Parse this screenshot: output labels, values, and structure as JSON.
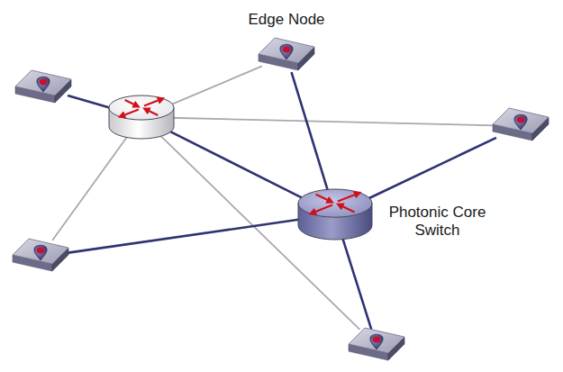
{
  "diagram": {
    "nodes": [
      {
        "text": [
          "Edge Node"
        ]
      },
      {
        "text": []
      },
      {
        "text": []
      },
      {
        "text": []
      },
      {
        "text": [
          "Photonic Core Switch"
        ]
      },
      {
        "text": []
      },
      {
        "text": []
      }
    ],
    "edges": [
      {
        "from": 1,
        "to": 2,
        "arrow": "none"
      },
      {
        "from": 2,
        "to": 0,
        "arrow": "none"
      },
      {
        "from": 2,
        "to": 3,
        "arrow": "none"
      },
      {
        "from": 2,
        "to": 4,
        "arrow": "none"
      },
      {
        "from": 2,
        "to": 5,
        "arrow": "none"
      },
      {
        "from": 2,
        "to": 6,
        "arrow": "none"
      },
      {
        "from": 4,
        "to": 0,
        "arrow": "none"
      },
      {
        "from": 4,
        "to": 3,
        "arrow": "none"
      },
      {
        "from": 4,
        "to": 5,
        "arrow": "none"
      },
      {
        "from": 4,
        "to": 6,
        "arrow": "none"
      }
    ]
  }
}
